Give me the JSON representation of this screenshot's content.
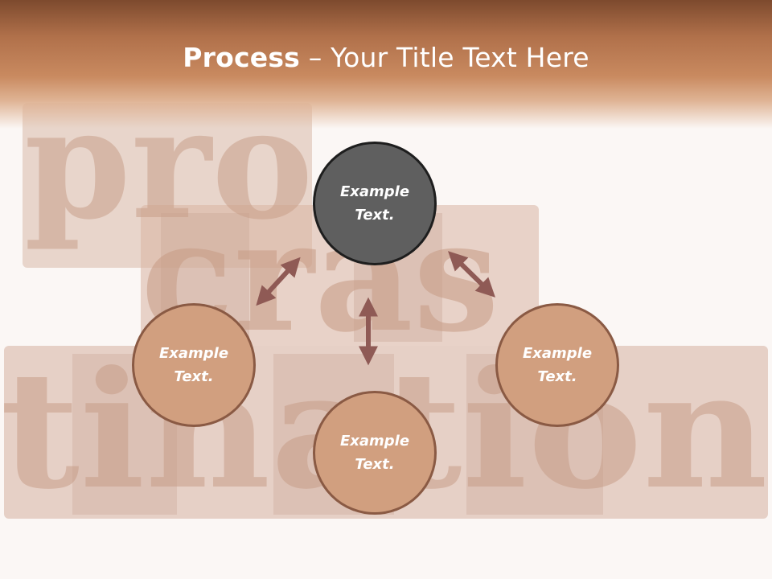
{
  "title": {
    "bold": "Process",
    "rest": " – Your Title Text Here"
  },
  "background_words": [
    "pro",
    "cras",
    "tination"
  ],
  "nodes": {
    "top": "Example\nText.",
    "left": "Example\nText.",
    "right": "Example\nText.",
    "bottom": "Example\nText."
  },
  "colors": {
    "header": "#b0704a",
    "center_fill": "#5f5f5f",
    "center_border": "#1e1e1e",
    "outer_fill": "#d19f7f",
    "outer_border": "#8a5a44",
    "arrow": "#8f5a55"
  }
}
